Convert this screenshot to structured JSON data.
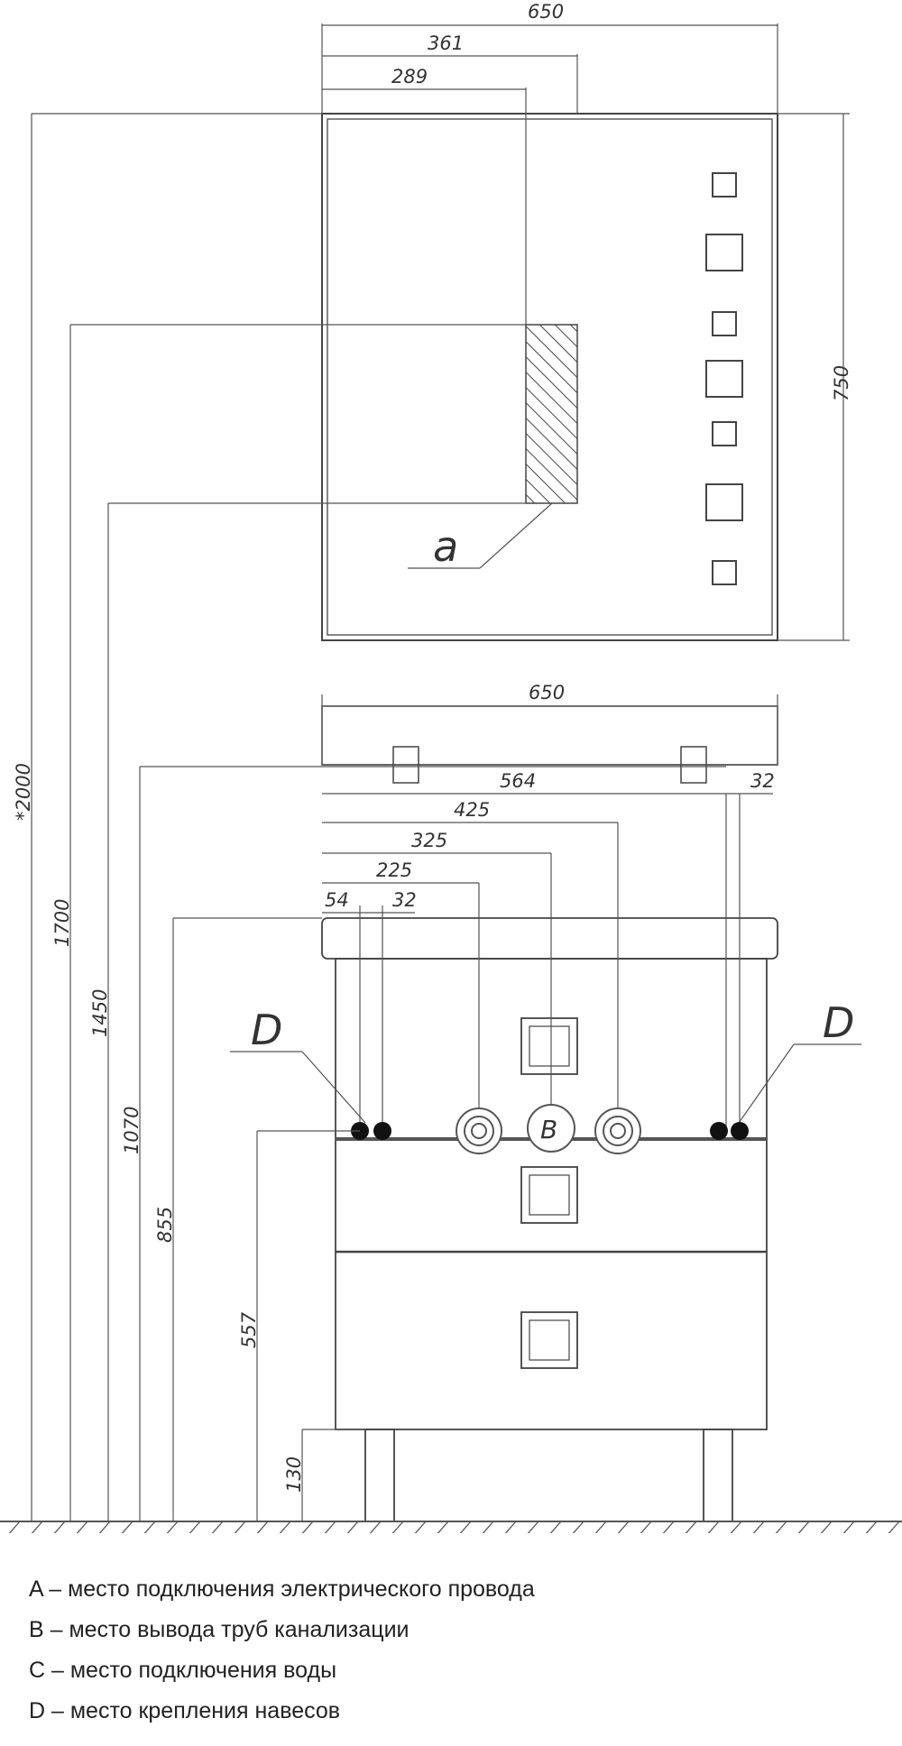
{
  "mirror": {
    "width": "650",
    "dim_361": "361",
    "dim_289": "289",
    "height": "750",
    "label_a": "a"
  },
  "cabinet": {
    "width": "650",
    "dim_564": "564",
    "dim_32_right": "32",
    "dim_425": "425",
    "dim_325": "325",
    "dim_225": "225",
    "dim_54": "54",
    "dim_32_left": "32",
    "label_d_left": "D",
    "label_d_right": "D",
    "marker_b": "B"
  },
  "heights": {
    "total": "*2000",
    "h1700": "1700",
    "h1450": "1450",
    "h1070": "1070",
    "h855": "855",
    "h557": "557",
    "h130": "130"
  },
  "legend": [
    "A – место подключения электрического провода",
    "B – место вывода труб канализации",
    "C – место подключения воды",
    "D – место крепления навесов"
  ]
}
